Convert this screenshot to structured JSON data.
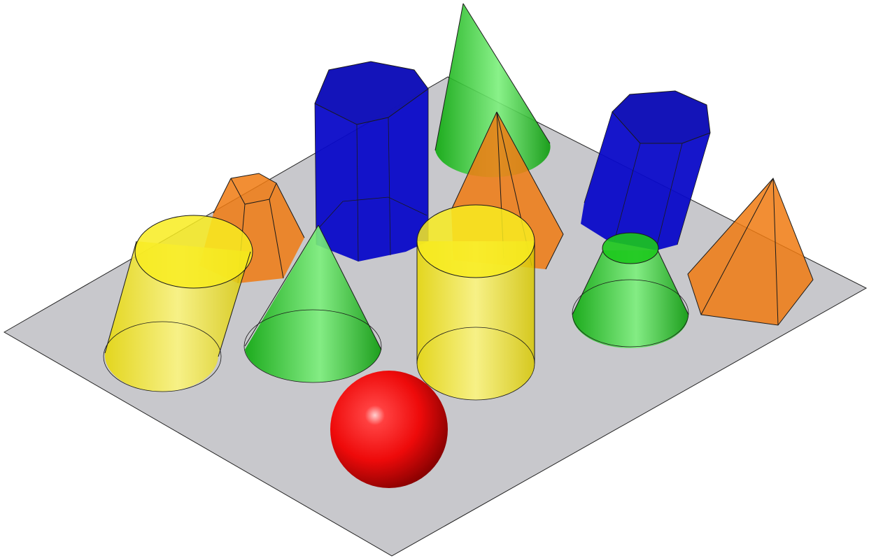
{
  "colors": {
    "background": "#ffffff",
    "ground_plane": "#c8c8cc",
    "yellow": "#f2e200",
    "green": "#14c414",
    "blue": "#0a0ac8",
    "orange": "#f07a10",
    "red": "#ee0a0a"
  },
  "objects": [
    {
      "name": "yellow-cylinder-tilted",
      "shape": "cylinder",
      "color": "yellow"
    },
    {
      "name": "orange-pyramid-frustum",
      "shape": "pyramid-frustum",
      "color": "orange"
    },
    {
      "name": "blue-hexagonal-prism",
      "shape": "hexagonal-prism",
      "color": "blue"
    },
    {
      "name": "green-cone-back",
      "shape": "cone",
      "color": "green"
    },
    {
      "name": "orange-pyramid-center",
      "shape": "pyramid",
      "color": "orange"
    },
    {
      "name": "blue-octagonal-prism",
      "shape": "octagonal-prism",
      "color": "blue"
    },
    {
      "name": "orange-pyramid-right",
      "shape": "pyramid",
      "color": "orange"
    },
    {
      "name": "green-cone-front",
      "shape": "cone",
      "color": "green"
    },
    {
      "name": "yellow-cylinder-upright",
      "shape": "cylinder",
      "color": "yellow"
    },
    {
      "name": "green-cone-frustum",
      "shape": "cone-frustum",
      "color": "green"
    },
    {
      "name": "red-sphere",
      "shape": "sphere",
      "color": "red"
    }
  ]
}
